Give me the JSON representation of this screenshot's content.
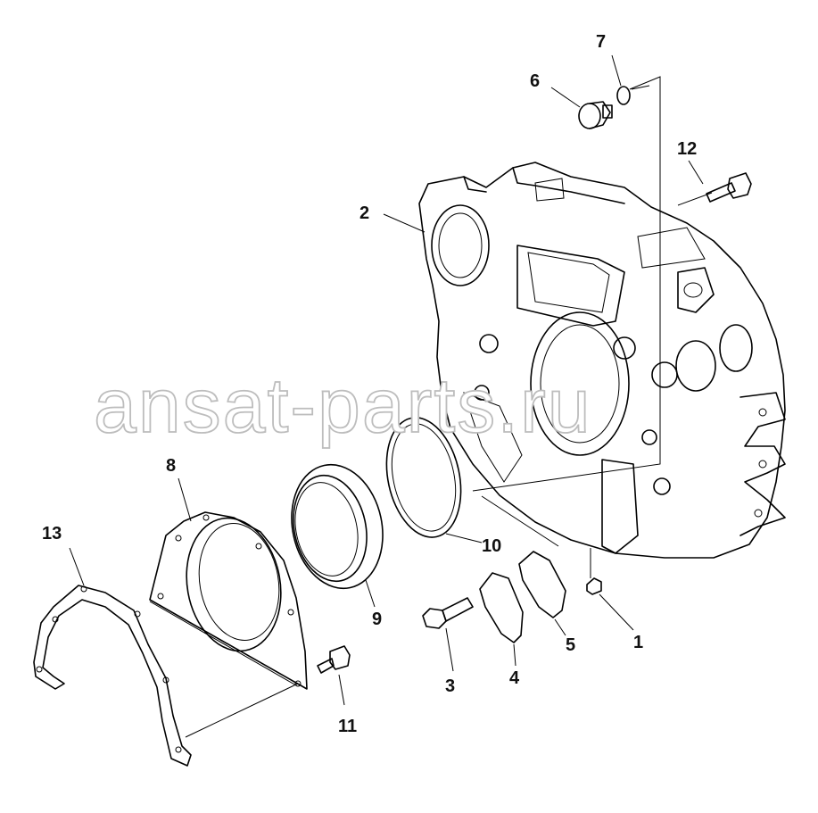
{
  "watermark": "ansat-parts.ru",
  "callouts": [
    "1",
    "2",
    "3",
    "4",
    "5",
    "6",
    "7",
    "8",
    "9",
    "10",
    "11",
    "12",
    "13"
  ]
}
